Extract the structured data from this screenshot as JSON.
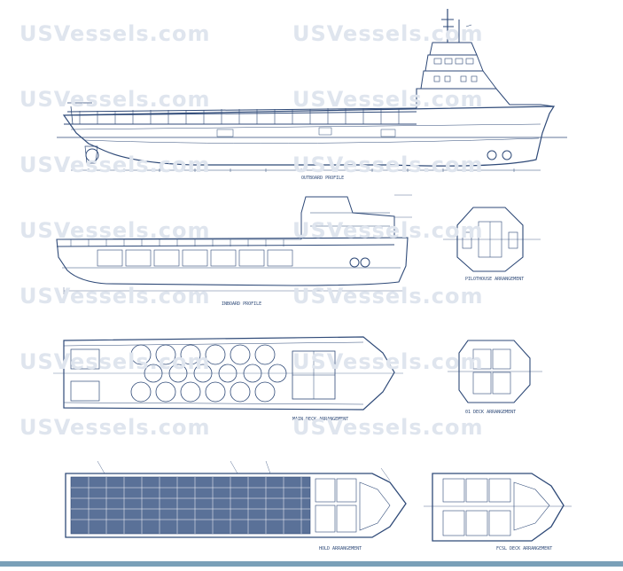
{
  "watermark": "USVessels.com",
  "colors": {
    "line": "#2f4a78",
    "background": "#ffffff",
    "watermark": "#dfe5ee",
    "strip": "#7aa0b8"
  },
  "views": {
    "outboard_profile": "OUTBOARD PROFILE",
    "inboard_profile": "INBOARD PROFILE",
    "hold_arrangement": "HOLD ARRANGEMENT",
    "main_deck_arrangement": "MAIN DECK ARRANGEMENT",
    "wheelhouse_arrangement": "PILOTHOUSE ARRANGEMENT",
    "ol_deck_arrangement": "01 DECK ARRANGEMENT",
    "fwd_deck_arrangement": "FCSL DECK ARRANGEMENT"
  }
}
